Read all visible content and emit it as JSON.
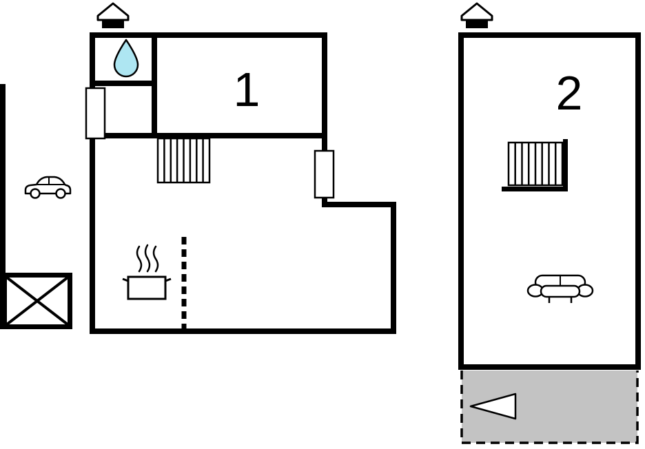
{
  "plan": {
    "type": "floor-plan",
    "units": [
      {
        "label": "1",
        "icons": [
          "chimney-icon",
          "water-drop-icon",
          "window-left",
          "window-right",
          "stairs",
          "car-icon",
          "cooking-pot-icon",
          "crossed-box-icon",
          "dashed-room-divider"
        ]
      },
      {
        "label": "2",
        "icons": [
          "chimney-icon",
          "stairs",
          "sofa-icon",
          "terrace-arrow-icon"
        ]
      }
    ],
    "colors": {
      "wall": "#000000",
      "water_drop_fill": "#aee6f2",
      "terrace_fill": "#c3c3c3",
      "background": "#ffffff"
    }
  }
}
